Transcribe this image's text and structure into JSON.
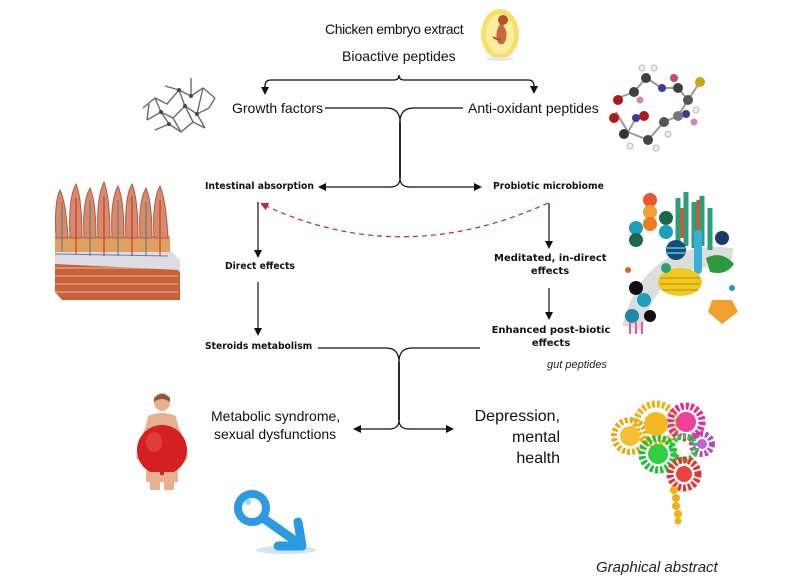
{
  "top": {
    "title": "Chicken embryo extract",
    "subtitle": "Bioactive peptides"
  },
  "level1": {
    "left": "Growth factors",
    "right": "Anti-oxidant peptides"
  },
  "level2": {
    "left": "Intestinal absorption",
    "right": "Probiotic microbiome"
  },
  "left_branch": {
    "direct": "Direct effects",
    "steroids": "Steroids metabolism"
  },
  "right_branch": {
    "mediated_line1": "Meditated, in-direct",
    "mediated_line2": "effects",
    "postbiotic_line1": "Enhanced post-biotic",
    "postbiotic_line2": "effects",
    "gut_peptides": "gut peptides"
  },
  "outcomes": {
    "left_line1": "Metabolic syndrome,",
    "left_line2": "sexual  dysfunctions",
    "right_line1": "Depression,",
    "right_line2": "mental",
    "right_line3": "health"
  },
  "caption": "Graphical abstract",
  "colors": {
    "arrow": "#111111",
    "dashed_feedback": "#c0282b",
    "male_symbol": "#2a9be0"
  },
  "icons": [
    "egg-embryo-icon",
    "protein-molecule-icon",
    "peptide-molecule-icon",
    "intestine-villi-icon",
    "microbiome-illustration-icon",
    "obese-person-icon",
    "male-symbol-icon",
    "gear-brain-icon"
  ]
}
